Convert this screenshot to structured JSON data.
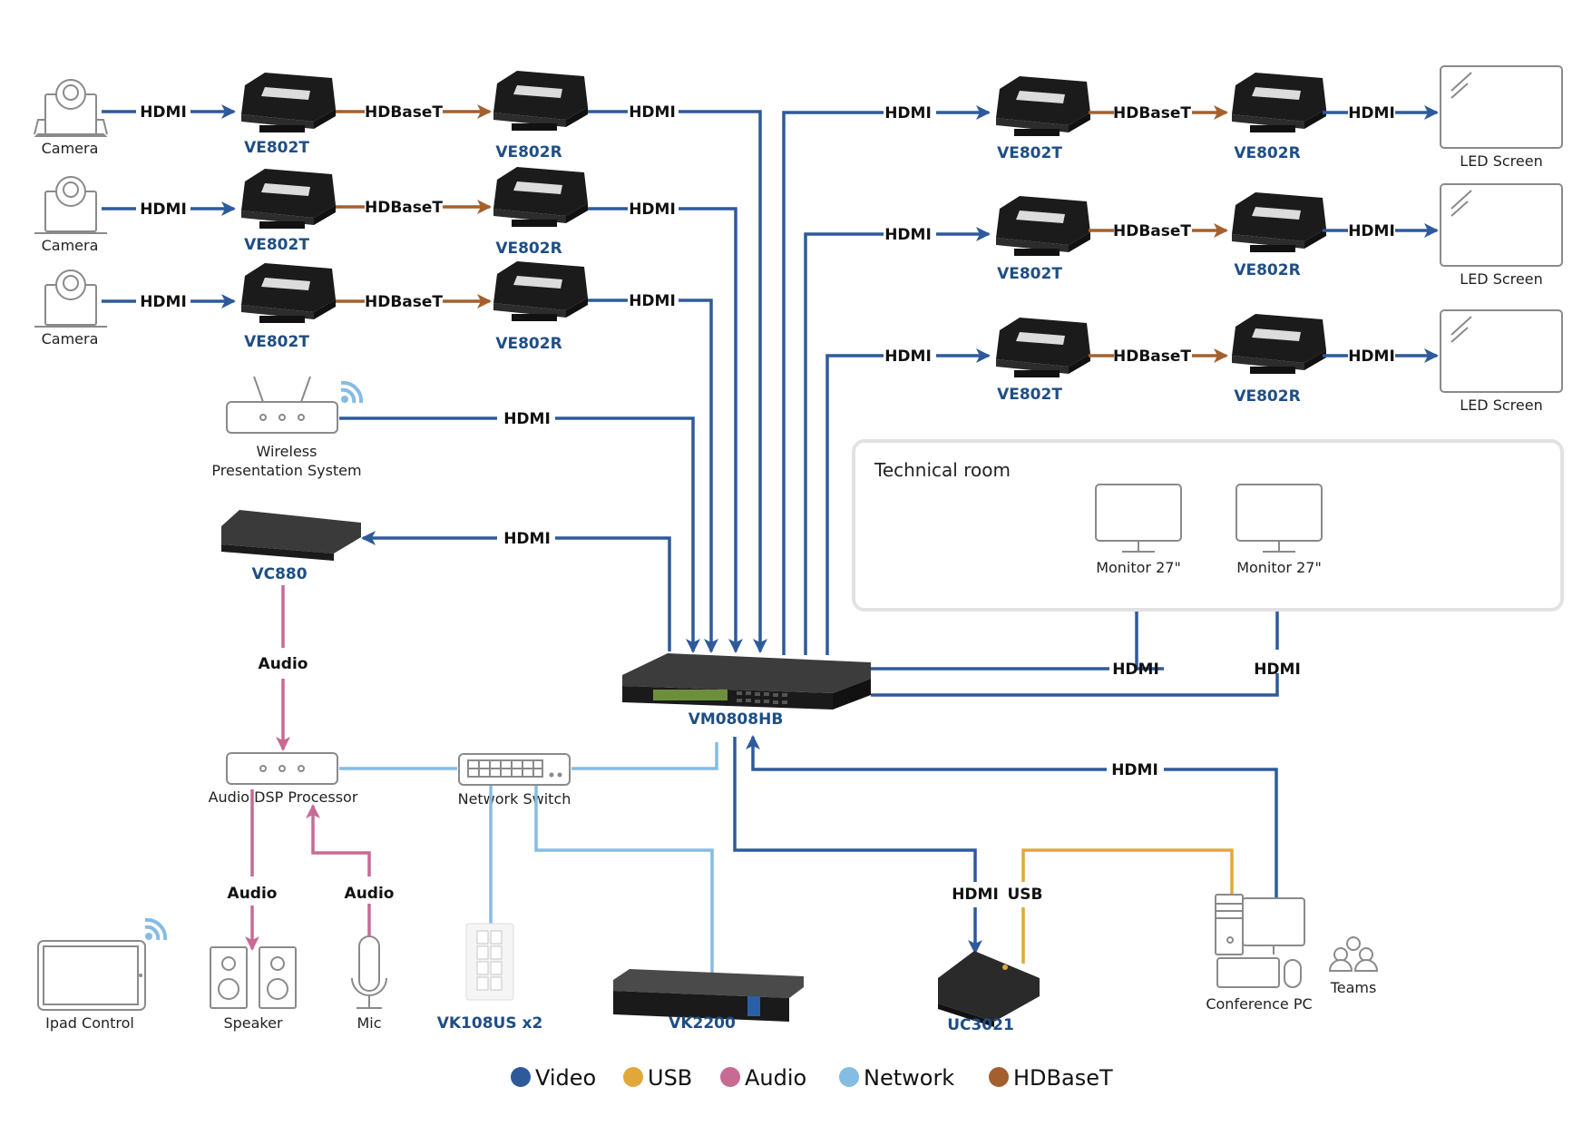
{
  "colors": {
    "video": "#2e5a9c",
    "usb": "#e0a83a",
    "audio": "#c76a94",
    "network": "#85bce3",
    "hdbaset": "#a3602e",
    "device_label": "#1f4e85",
    "room_border": "#e2e2e2"
  },
  "labels": {
    "hdmi": "HDMI",
    "hdbaset": "HDBaseT",
    "audio": "Audio",
    "usb": "USB"
  },
  "sources": [
    {
      "name": "Camera",
      "tx": "VE802T",
      "rx": "VE802R"
    },
    {
      "name": "Camera",
      "tx": "VE802T",
      "rx": "VE802R"
    },
    {
      "name": "Camera",
      "tx": "VE802T",
      "rx": "VE802R"
    }
  ],
  "outputs": [
    {
      "tx": "VE802T",
      "rx": "VE802R",
      "display": "LED Screen"
    },
    {
      "tx": "VE802T",
      "rx": "VE802R",
      "display": "LED Screen"
    },
    {
      "tx": "VE802T",
      "rx": "VE802R",
      "display": "LED Screen"
    }
  ],
  "wireless": {
    "line1": "Wireless",
    "line2": "Presentation System"
  },
  "vc880": "VC880",
  "matrix": "VM0808HB",
  "technical_room": {
    "title": "Technical room",
    "monitors": [
      "Monitor 27\"",
      "Monitor 27\""
    ]
  },
  "audio_dsp": "Audio DSP Processor",
  "network_switch": "Network Switch",
  "bottom_devices": {
    "ipad": "Ipad Control",
    "speaker": "Speaker",
    "mic": "Mic",
    "vk108us": "VK108US x2",
    "vk2200": "VK2200",
    "uc3021": "UC3021",
    "conference_pc": "Conference PC",
    "teams": "Teams"
  },
  "legend": [
    {
      "label": "Video",
      "color": "#2e5a9c"
    },
    {
      "label": "USB",
      "color": "#e0a83a"
    },
    {
      "label": "Audio",
      "color": "#c76a94"
    },
    {
      "label": "Network",
      "color": "#85bce3"
    },
    {
      "label": "HDBaseT",
      "color": "#a3602e"
    }
  ]
}
